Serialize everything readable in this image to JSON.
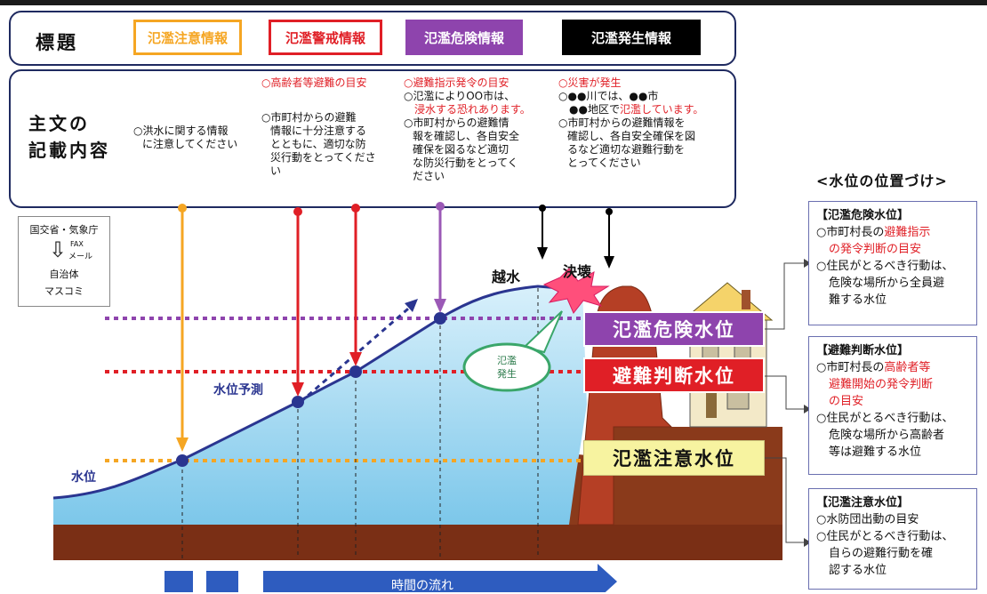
{
  "header": {
    "row_title": "標題",
    "boxes": [
      {
        "label": "氾濫注意情報",
        "color": "#f5a623"
      },
      {
        "label": "氾濫警戒情報",
        "color": "#e01f26"
      },
      {
        "label": "氾濫危険情報",
        "color": "#8e44ad"
      },
      {
        "label": "氾濫発生情報",
        "color": "#000000"
      }
    ]
  },
  "body": {
    "row_title_line1": "主文の",
    "row_title_line2": "記載内容",
    "col1": {
      "l1": "○洪水に関する情報",
      "l2": "に注意してください"
    },
    "col2": {
      "l0": "○高齢者等避難の目安",
      "l1": "○市町村からの避難",
      "l2": "情報に十分注意する",
      "l3": "とともに、適切な防",
      "l4": "災行動をとってくださ",
      "l5": "い"
    },
    "col3": {
      "l0": "○避難指示発令の目安",
      "l1": "○氾濫によりOO市は、",
      "l2": "浸水する恐れあります。",
      "l3": "○市町村からの避難情",
      "l4": "報を確認し、各自安全",
      "l5": "確保を図るなど適切",
      "l6": "な防災行動をとってく",
      "l7": "ださい"
    },
    "col4": {
      "l0": "○災害が発生",
      "l1a": "○●●川では、●●市",
      "l2a": "●●地区で",
      "l2b": "氾濫しています。",
      "l3": "○市町村からの避難情報を",
      "l4": "確認し、各自安全確保を図",
      "l5": "るなど適切な避難行動を",
      "l6": "とってください"
    }
  },
  "source": {
    "from": "国交省・気象庁",
    "fax": "FAX",
    "mail": "メール",
    "to1": "自治体",
    "to2": "マスコミ"
  },
  "diagram": {
    "water_label": "水位",
    "forecast_label": "水位予測",
    "overflow_label": "越水",
    "breach_label": "決壊",
    "flood_bubble_1": "氾濫",
    "flood_bubble_2": "発生",
    "time_label": "時間の流れ"
  },
  "levels": [
    {
      "label": "氾濫危険水位",
      "color": "#8e44ad"
    },
    {
      "label": "避難判断水位",
      "color": "#e01f26"
    },
    {
      "label": "氾濫注意水位",
      "color": "#f7f3a0"
    }
  ],
  "positioning": {
    "title": "<水位の位置づけ>",
    "danger": {
      "h": "【氾濫危険水位】",
      "a1": "○市町村長の",
      "a1r": "避難指示",
      "a2r": "の発令判断の目安",
      "b1": "○住民がとるべき行動は、",
      "b2": "危険な場所から全員避",
      "b3": "難する水位"
    },
    "evac": {
      "h": "【避難判断水位】",
      "a1": "○市町村長の",
      "a1r": "高齢者等",
      "a2r": "避難開始の発令判断",
      "a3r": "の目安",
      "b1": "○住民がとるべき行動は、",
      "b2": "危険な場所から高齢者",
      "b3": "等は避難する水位"
    },
    "caution": {
      "h": "【氾濫注意水位】",
      "a1": "○水防団出動の目安",
      "b1": "○住民がとるべき行動は、",
      "b2": "自らの避難行動を確",
      "b3": "認する水位"
    }
  }
}
